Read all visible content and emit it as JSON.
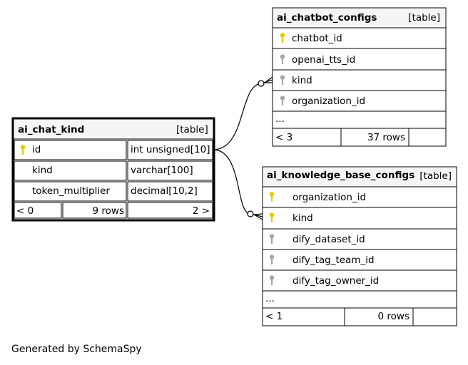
{
  "tables": {
    "ai_chat_kind": {
      "name": "ai_chat_kind",
      "type_label": "[table]",
      "columns": [
        {
          "name": "id",
          "type": "int unsigned[10]",
          "key": "primary"
        },
        {
          "name": "kind",
          "type": "varchar[100]",
          "key": ""
        },
        {
          "name": "token_multiplier",
          "type": "decimal[10,2]",
          "key": ""
        }
      ],
      "footer": {
        "parents": "< 0",
        "rows": "9 rows",
        "children": "2 >"
      }
    },
    "ai_chatbot_configs": {
      "name": "ai_chatbot_configs",
      "type_label": "[table]",
      "columns": [
        {
          "name": "chatbot_id",
          "key": "primary"
        },
        {
          "name": "openai_tts_id",
          "key": "foreign"
        },
        {
          "name": "kind",
          "key": "foreign"
        },
        {
          "name": "organization_id",
          "key": "foreign"
        }
      ],
      "more": "...",
      "footer": {
        "parents": "< 3",
        "rows": "37 rows"
      }
    },
    "ai_knowledge_base_configs": {
      "name": "ai_knowledge_base_configs",
      "type_label": "[table]",
      "columns": [
        {
          "name": "organization_id",
          "key": "primary"
        },
        {
          "name": "kind",
          "key": "primary"
        },
        {
          "name": "dify_dataset_id",
          "key": "foreign"
        },
        {
          "name": "dify_tag_team_id",
          "key": "foreign"
        },
        {
          "name": "dify_tag_owner_id",
          "key": "foreign"
        }
      ],
      "more": "...",
      "footer": {
        "parents": "< 1",
        "rows": "0 rows"
      }
    }
  },
  "colors": {
    "primary_key": "#e6cc00",
    "foreign_key": "#a6a6a6",
    "header_bg": "#f5f5f5",
    "border": "#000000"
  },
  "footer_text": "Generated by SchemaSpy"
}
